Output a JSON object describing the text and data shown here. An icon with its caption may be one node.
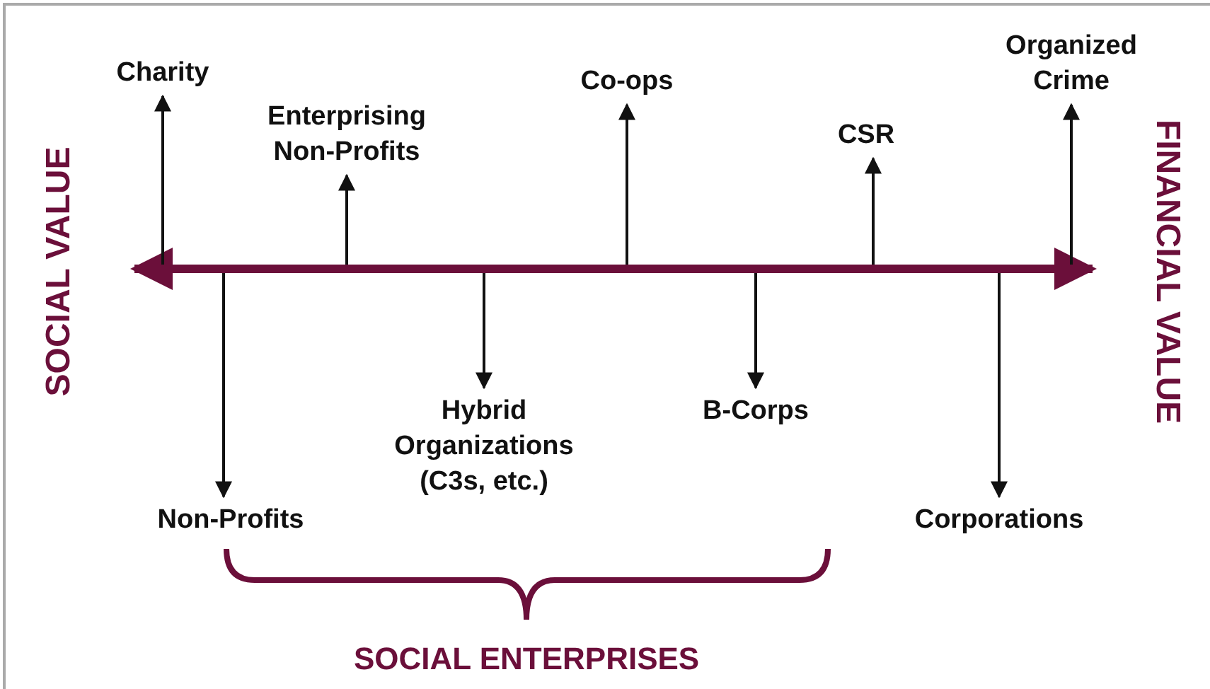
{
  "diagram": {
    "nodes": [
      {
        "text": [
          "Charity"
        ]
      },
      {
        "text": [
          "Organized Crime"
        ]
      },
      {
        "text": [
          "Enterprising Non-Profits"
        ]
      },
      {
        "text": [
          "Co-ops"
        ]
      },
      {
        "text": [
          "CSR"
        ]
      },
      {
        "text": [
          "Hybrid Organizations (C3s, etc.)"
        ]
      },
      {
        "text": [
          "B-Corps"
        ]
      },
      {
        "text": [
          "Non-Profits"
        ]
      },
      {
        "text": [
          "Corporations"
        ]
      }
    ],
    "edges": [
      {
        "from": null,
        "to": 0,
        "arrow": "to"
      },
      {
        "from": null,
        "to": 1,
        "arrow": "to"
      },
      {
        "from": null,
        "to": 2,
        "arrow": "to"
      },
      {
        "from": null,
        "to": 3,
        "arrow": "to"
      },
      {
        "from": null,
        "to": 4,
        "arrow": "to"
      },
      {
        "from": null,
        "to": 5,
        "arrow": "to"
      },
      {
        "from": null,
        "to": 6,
        "arrow": "to"
      },
      {
        "from": null,
        "to": 7,
        "arrow": "to"
      },
      {
        "from": null,
        "to": 8,
        "arrow": "to"
      }
    ],
    "labels": [
      "SOCIAL VALUE",
      "FINANCIAL VALUE",
      "SOCIAL ENTERPRISES"
    ]
  }
}
